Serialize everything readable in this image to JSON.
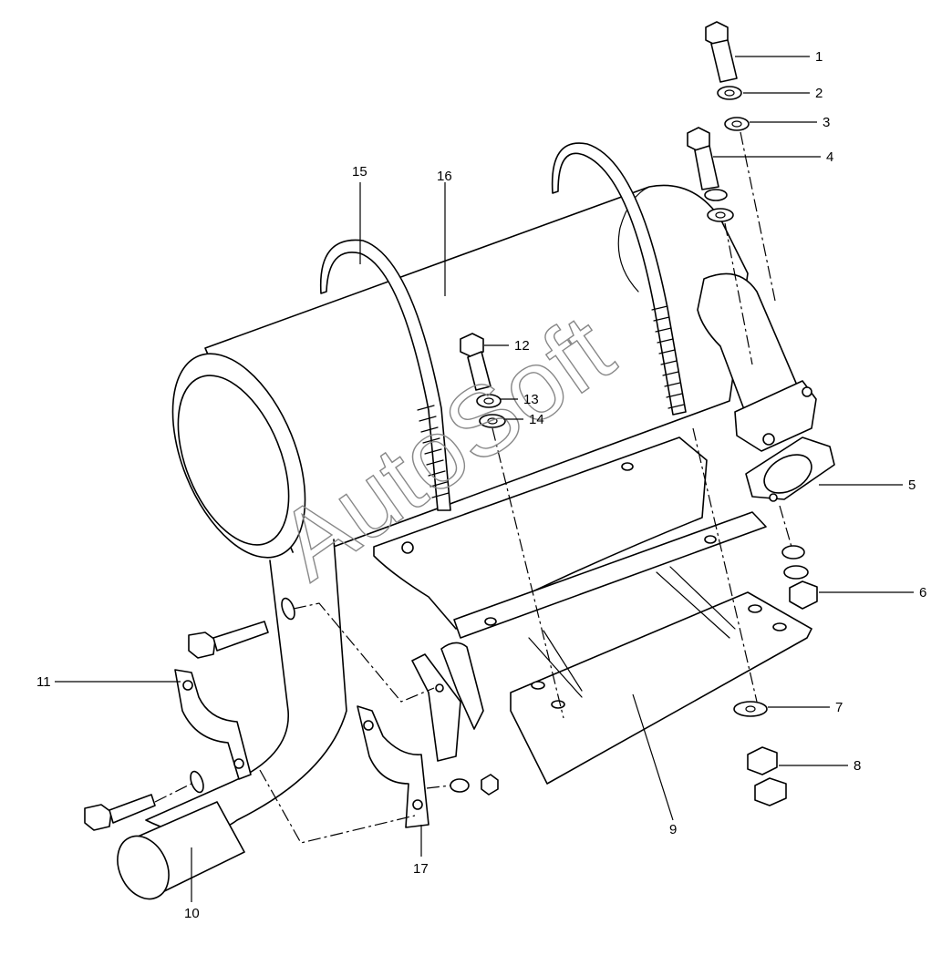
{
  "watermark": "AutoSoft",
  "colors": {
    "line": "#000000",
    "background": "#ffffff",
    "watermark": "#888888"
  },
  "callouts": [
    {
      "id": "1",
      "label": "1"
    },
    {
      "id": "2",
      "label": "2"
    },
    {
      "id": "3",
      "label": "3"
    },
    {
      "id": "4",
      "label": "4"
    },
    {
      "id": "5",
      "label": "5"
    },
    {
      "id": "6",
      "label": "6"
    },
    {
      "id": "7",
      "label": "7"
    },
    {
      "id": "8",
      "label": "8"
    },
    {
      "id": "9",
      "label": "9"
    },
    {
      "id": "10",
      "label": "10"
    },
    {
      "id": "11",
      "label": "11"
    },
    {
      "id": "12",
      "label": "12"
    },
    {
      "id": "13",
      "label": "13"
    },
    {
      "id": "14",
      "label": "14"
    },
    {
      "id": "15",
      "label": "15"
    },
    {
      "id": "16",
      "label": "16"
    },
    {
      "id": "17",
      "label": "17"
    }
  ]
}
